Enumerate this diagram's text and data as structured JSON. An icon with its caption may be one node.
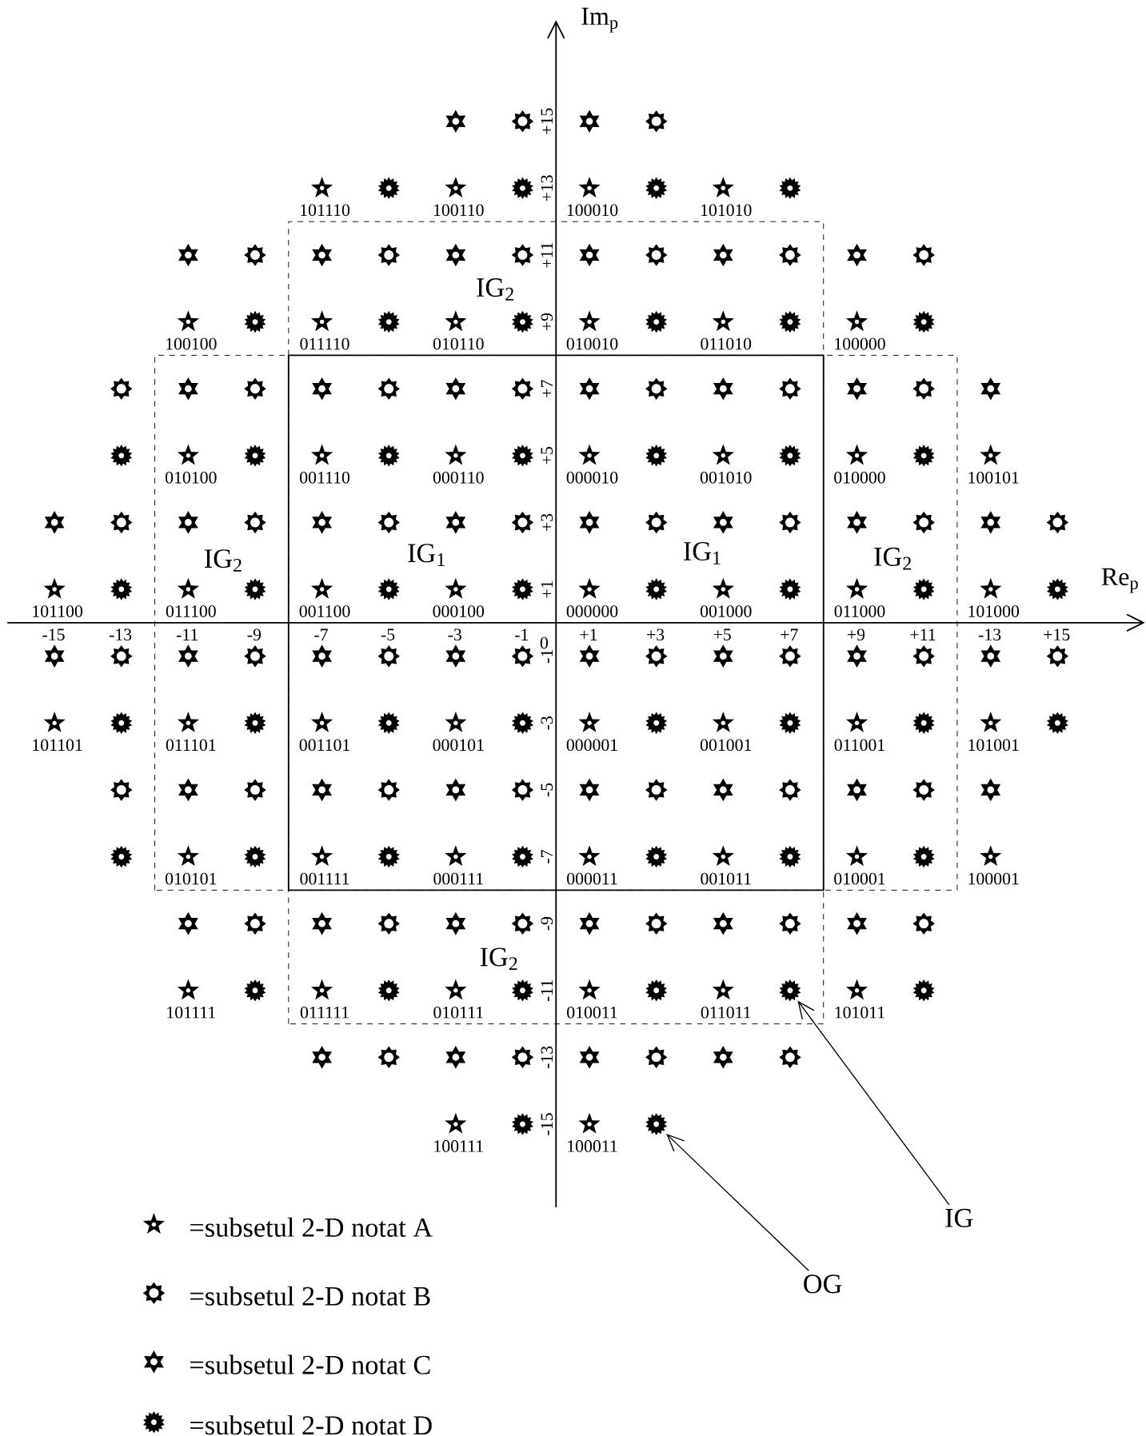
{
  "diagram": {
    "nodes": [
      {
        "text": [],
        "shape": "star"
      },
      {
        "text": [],
        "shape": "star"
      },
      {
        "text": [],
        "shape": "star"
      },
      {
        "text": [],
        "shape": "star"
      },
      {
        "text": [],
        "shape": "star"
      },
      {
        "text": [],
        "shape": "star"
      },
      {
        "text": [],
        "shape": "star"
      },
      {
        "text": [],
        "shape": "star"
      },
      {
        "text": [],
        "shape": "star"
      },
      {
        "text": [],
        "shape": "star"
      },
      {
        "text": [],
        "shape": "star"
      },
      {
        "text": [],
        "shape": "star"
      },
      {
        "text": [],
        "shape": "star"
      },
      {
        "text": [],
        "shape": "star"
      },
      {
        "text": [],
        "shape": "star"
      },
      {
        "text": [],
        "shape": "star"
      },
      {
        "text": [],
        "shape": "star"
      },
      {
        "text": [],
        "shape": "star"
      },
      {
        "text": [],
        "shape": "star"
      },
      {
        "text": [],
        "shape": "star"
      },
      {
        "text": [],
        "shape": "star"
      },
      {
        "text": [],
        "shape": "star"
      },
      {
        "text": [],
        "shape": "star"
      },
      {
        "text": [],
        "shape": "star"
      },
      {
        "text": [],
        "shape": "star"
      },
      {
        "text": [],
        "shape": "star"
      },
      {
        "text": [],
        "shape": "star"
      },
      {
        "text": [],
        "shape": "star"
      },
      {
        "text": [],
        "shape": "star"
      },
      {
        "text": [],
        "shape": "star"
      },
      {
        "text": [],
        "shape": "star"
      },
      {
        "text": [],
        "shape": "star"
      },
      {
        "text": [],
        "shape": "star"
      },
      {
        "text": [],
        "shape": "star"
      },
      {
        "text": [],
        "shape": "star"
      },
      {
        "text": [],
        "shape": "star"
      },
      {
        "text": [],
        "shape": "star"
      },
      {
        "text": [],
        "shape": "star"
      },
      {
        "text": [],
        "shape": "star"
      },
      {
        "text": [],
        "shape": "star"
      },
      {
        "text": [],
        "shape": "star"
      },
      {
        "text": [],
        "shape": "star"
      },
      {
        "text": [],
        "shape": "star"
      },
      {
        "text": [],
        "shape": "star"
      },
      {
        "text": [],
        "shape": "star"
      },
      {
        "text": [],
        "shape": "star"
      },
      {
        "text": [],
        "shape": "star"
      },
      {
        "text": [],
        "shape": "star"
      },
      {
        "text": [],
        "shape": "star"
      },
      {
        "text": [],
        "shape": "star"
      },
      {
        "text": [],
        "shape": "star"
      },
      {
        "text": [],
        "shape": "star"
      },
      {
        "text": [],
        "shape": "star"
      },
      {
        "text": [],
        "shape": "star"
      },
      {
        "text": [],
        "shape": "star"
      },
      {
        "text": [],
        "shape": "star"
      },
      {
        "text": [],
        "shape": "star"
      },
      {
        "text": [],
        "shape": "star"
      },
      {
        "text": [],
        "shape": "star"
      },
      {
        "text": [],
        "shape": "star"
      },
      {
        "text": [],
        "shape": "star"
      },
      {
        "text": [],
        "shape": "star"
      },
      {
        "text": [],
        "shape": "star"
      },
      {
        "text": [],
        "shape": "star"
      },
      {
        "text": [],
        "shape": "star"
      },
      {
        "text": [],
        "shape": "star"
      },
      {
        "text": [],
        "shape": "star"
      },
      {
        "text": [],
        "shape": "star"
      },
      {
        "text": [],
        "shape": "star"
      },
      {
        "text": [],
        "shape": "star"
      },
      {
        "text": [],
        "shape": "star"
      },
      {
        "text": [],
        "shape": "star"
      },
      {
        "text": [],
        "shape": "star"
      },
      {
        "text": [],
        "shape": "star"
      },
      {
        "text": [],
        "shape": "star"
      },
      {
        "text": [],
        "shape": "star"
      },
      {
        "text": [],
        "shape": "star"
      },
      {
        "text": [],
        "shape": "star"
      },
      {
        "text": [],
        "shape": "star"
      },
      {
        "text": [],
        "shape": "star"
      },
      {
        "text": [],
        "shape": "star"
      },
      {
        "text": [],
        "shape": "star"
      },
      {
        "text": [],
        "shape": "star"
      },
      {
        "text": [],
        "shape": "star"
      },
      {
        "text": [],
        "shape": "star"
      },
      {
        "text": [],
        "shape": "star"
      },
      {
        "text": [],
        "shape": "star"
      },
      {
        "text": [],
        "shape": "star"
      },
      {
        "text": [],
        "shape": "star"
      },
      {
        "text": [],
        "shape": "star"
      },
      {
        "text": [],
        "shape": "star"
      },
      {
        "text": [],
        "shape": "star"
      },
      {
        "text": [],
        "shape": "star"
      },
      {
        "text": [],
        "shape": "star"
      },
      {
        "text": [],
        "shape": "star"
      },
      {
        "text": [],
        "shape": "star"
      },
      {
        "text": [],
        "shape": "star"
      },
      {
        "text": [],
        "shape": "star"
      },
      {
        "text": [],
        "shape": "star"
      },
      {
        "text": [],
        "shape": "star"
      },
      {
        "text": [],
        "shape": "star"
      },
      {
        "text": [],
        "shape": "star"
      },
      {
        "text": [],
        "shape": "star"
      },
      {
        "text": [],
        "shape": "star"
      },
      {
        "text": [],
        "shape": "star"
      },
      {
        "text": [],
        "shape": "star"
      },
      {
        "text": [],
        "shape": "star"
      },
      {
        "text": [],
        "shape": "star"
      },
      {
        "text": [],
        "shape": "star"
      },
      {
        "text": [],
        "shape": "star"
      },
      {
        "text": [],
        "shape": "star"
      },
      {
        "text": [],
        "shape": "star"
      },
      {
        "text": [],
        "shape": "star"
      },
      {
        "text": [],
        "shape": "star"
      },
      {
        "text": [],
        "shape": "star"
      },
      {
        "text": [],
        "shape": "star"
      },
      {
        "text": [],
        "shape": "star"
      },
      {
        "text": [],
        "shape": "star"
      },
      {
        "text": [],
        "shape": "star"
      },
      {
        "text": [],
        "shape": "star"
      },
      {
        "text": [],
        "shape": "star"
      },
      {
        "text": [],
        "shape": "star"
      },
      {
        "text": [],
        "shape": "star"
      },
      {
        "text": [],
        "shape": "star"
      },
      {
        "text": [],
        "shape": "star"
      },
      {
        "text": [],
        "shape": "star"
      },
      {
        "text": [],
        "shape": "star"
      },
      {
        "text": [],
        "shape": "star"
      },
      {
        "text": [],
        "shape": "star"
      },
      {
        "text": [],
        "shape": "star"
      },
      {
        "text": [],
        "shape": "star"
      },
      {
        "text": [],
        "shape": "star"
      },
      {
        "text": [],
        "shape": "star"
      },
      {
        "text": [],
        "shape": "star"
      },
      {
        "text": [],
        "shape": "star"
      },
      {
        "text": [],
        "shape": "star"
      },
      {
        "text": [],
        "shape": "star"
      },
      {
        "text": [],
        "shape": "star"
      },
      {
        "text": [],
        "shape": "star"
      },
      {
        "text": [],
        "shape": "star"
      },
      {
        "text": [],
        "shape": "star"
      },
      {
        "text": [],
        "shape": "star"
      },
      {
        "text": [],
        "shape": "star"
      },
      {
        "text": [],
        "shape": "star"
      },
      {
        "text": [],
        "shape": "star"
      },
      {
        "text": [],
        "shape": "star"
      },
      {
        "text": [],
        "shape": "star"
      },
      {
        "text": [],
        "shape": "star"
      },
      {
        "text": [],
        "shape": "star"
      },
      {
        "text": [],
        "shape": "star"
      },
      {
        "text": [],
        "shape": "star"
      },
      {
        "text": [],
        "shape": "star"
      },
      {
        "text": [],
        "shape": "star"
      },
      {
        "text": [],
        "shape": "star"
      },
      {
        "text": [],
        "shape": "star"
      },
      {
        "text": [],
        "shape": "star"
      },
      {
        "text": [],
        "shape": "star"
      },
      {
        "text": [],
        "shape": "star"
      },
      {
        "text": [],
        "shape": "star"
      },
      {
        "text": [],
        "shape": "star"
      },
      {
        "text": [],
        "shape": "star"
      },
      {
        "text": [],
        "shape": "star"
      },
      {
        "text": [],
        "shape": "star"
      },
      {
        "text": [],
        "shape": "star"
      },
      {
        "text": [],
        "shape": "star"
      },
      {
        "text": [],
        "shape": "star"
      },
      {
        "text": [],
        "shape": "star"
      },
      {
        "text": [],
        "shape": "star"
      },
      {
        "text": [],
        "shape": "star"
      },
      {
        "text": [],
        "shape": "star"
      },
      {
        "text": [],
        "shape": "star"
      },
      {
        "text": [],
        "shape": "star"
      },
      {
        "text": [],
        "shape": "star"
      },
      {
        "text": [],
        "shape": "star"
      },
      {
        "text": [],
        "shape": "star"
      },
      {
        "text": [],
        "shape": "star"
      },
      {
        "text": [],
        "shape": "star"
      },
      {
        "text": [],
        "shape": "star"
      },
      {
        "text": [],
        "shape": "star"
      },
      {
        "text": [],
        "shape": "star"
      },
      {
        "text": [],
        "shape": "star"
      },
      {
        "text": [],
        "shape": "star"
      },
      {
        "text": [],
        "shape": "star"
      },
      {
        "text": [],
        "shape": "star"
      },
      {
        "text": [],
        "shape": "star"
      },
      {
        "text": [],
        "shape": "star"
      },
      {
        "text": [],
        "shape": "star"
      },
      {
        "text": [],
        "shape": "star"
      },
      {
        "text": [],
        "shape": "star"
      },
      {
        "text": [],
        "shape": "star"
      },
      {
        "text": [],
        "shape": "star"
      },
      {
        "text": [],
        "shape": "star"
      },
      {
        "text": [
          "IG"
        ]
      },
      {
        "text": [
          "OG"
        ]
      }
    ],
    "edges": [
      {
        "from": 192,
        "to": 177,
        "arrow": "to"
      },
      {
        "from": 193,
        "to": 191,
        "arrow": "to"
      }
    ],
    "labels": [
      "Im$_{p}$",
      "Re$_{p}$",
      "-15",
      "-13",
      "-11",
      "-9",
      "-7",
      "-5",
      "-3",
      "-1",
      "0",
      "+1",
      "+3",
      "+5",
      "+7",
      "+9",
      "+11",
      "-13",
      "+15",
      "+15",
      "+13",
      "+11",
      "+9",
      "+7",
      "+5",
      "+3",
      "+1",
      "-1",
      "-3",
      "-5",
      "-7",
      "-9",
      "-11",
      "-13",
      "-15",
      "IG$_{2}$",
      "IG$_{2}$",
      "IG$_{1}$",
      "IG$_{1}$",
      "IG$_{2}$",
      "IG$_{2}$",
      "101110",
      "100110",
      "100010",
      "101010",
      "100100",
      "011110",
      "010110",
      "010010",
      "011010",
      "100000",
      "010100",
      "001110",
      "000110",
      "000010",
      "001010",
      "010000",
      "100101",
      "101100",
      "011100",
      "001100",
      "000100",
      "000000",
      "001000",
      "011000",
      "101000",
      "101101",
      "011101",
      "001101",
      "000101",
      "000001",
      "001001",
      "011001",
      "101001",
      "010101",
      "001111",
      "000111",
      "000011",
      "001011",
      "010001",
      "100001",
      "101111",
      "011111",
      "010111",
      "010011",
      "011011",
      "101011",
      "100111",
      "100011"
    ],
    "legend": [
      {
        "text": "=subsetul 2-D notat A"
      },
      {
        "text": "=subsetul 2-D notat B"
      },
      {
        "text": "=subsetul 2-D notat C"
      },
      {
        "text": "=subsetul 2-D notat D"
      }
    ]
  }
}
